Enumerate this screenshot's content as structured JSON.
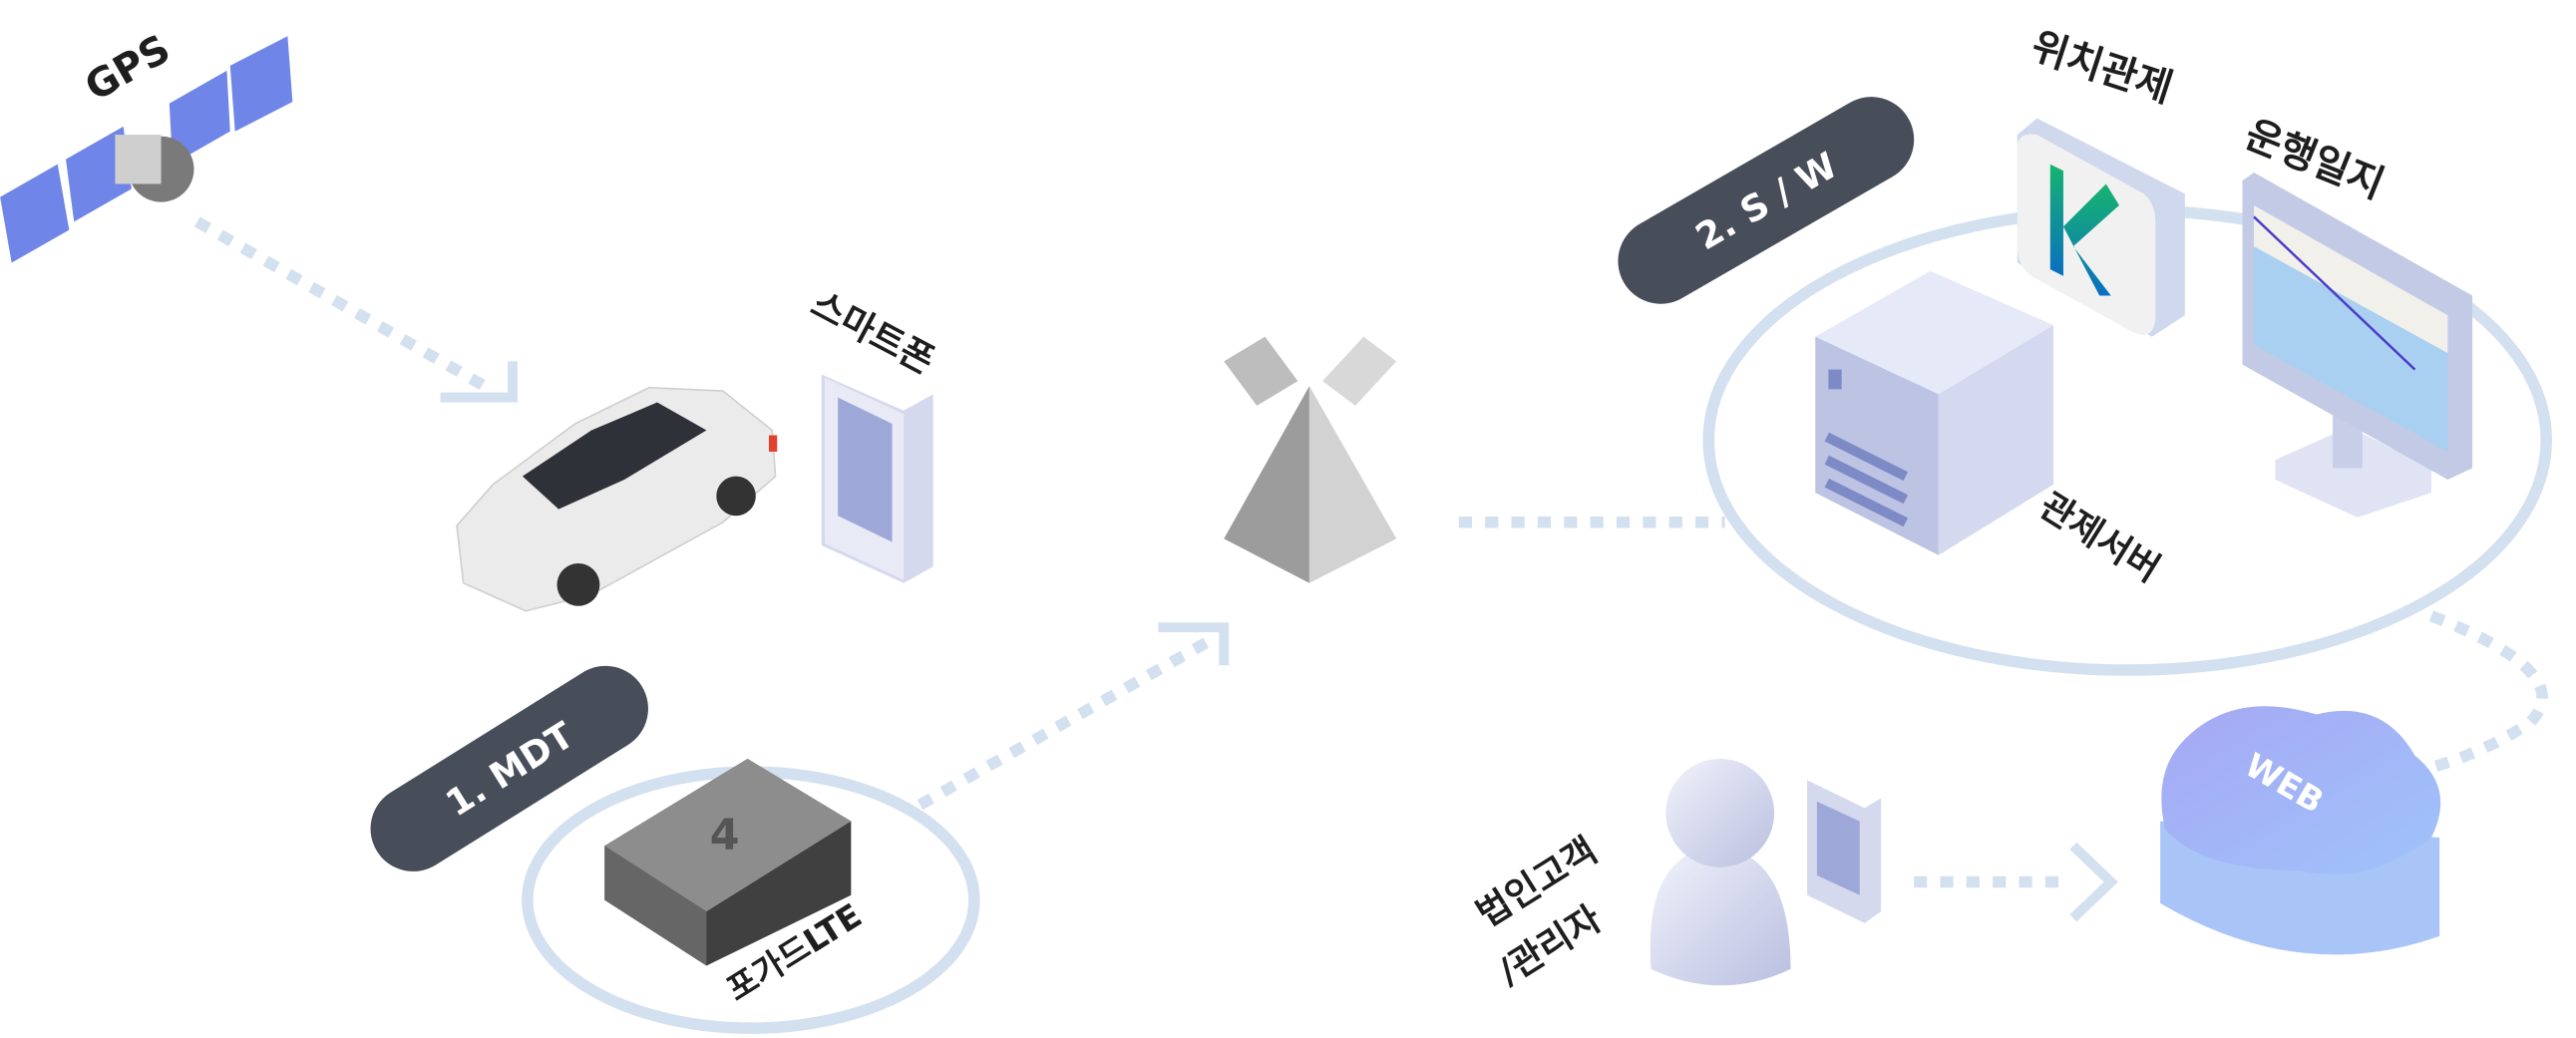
{
  "labels": {
    "gps": "GPS",
    "smartphone": "스마트폰",
    "mdt_step": "1. MDT",
    "device": "포가드LTE",
    "sw_step": "2. S / W",
    "location_control": "위치관제",
    "driving_log": "운행일지",
    "control_server": "관제서버",
    "web": "WEB",
    "customer_line1": "법인고객",
    "customer_line2": "/관리자",
    "device_logo": "4"
  },
  "colors": {
    "pill": "#474d59",
    "connector": "#d3e0ef",
    "device_body": "#5f5f5f",
    "cloud": "#9ab4f5",
    "panel": "#6f86e8"
  }
}
